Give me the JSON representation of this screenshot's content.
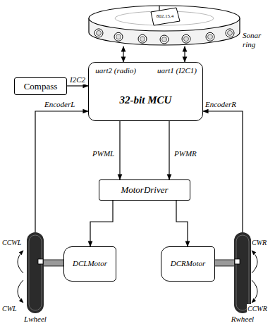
{
  "diagram": {
    "nodes": [
      {
        "text": [
          "Sonar ring"
        ]
      },
      {
        "text": [
          "802.15.4"
        ],
        "in": 0
      },
      {
        "text": [
          "Compass"
        ]
      },
      {
        "text": [
          "uart2 (radio)",
          "uart1 (I2C1)",
          "32-bit MCU"
        ]
      },
      {
        "text": [
          "MotorDriver"
        ]
      },
      {
        "text": [
          "Lwheel"
        ]
      },
      {
        "text": [
          "DCLMotor"
        ]
      },
      {
        "text": [
          "DCRMotor"
        ]
      },
      {
        "text": [
          "Rwheel"
        ]
      }
    ],
    "edges": [
      {
        "from": 0,
        "to": 3,
        "arrow": "both"
      },
      {
        "from": 0,
        "to": 3,
        "arrow": "both"
      },
      {
        "from": 2,
        "to": 3,
        "label": "I2C2",
        "arrow": "to"
      },
      {
        "from": 3,
        "to": 4,
        "label": "PWML",
        "arrow": "to"
      },
      {
        "from": 3,
        "to": 4,
        "label": "PWMR",
        "arrow": "to"
      },
      {
        "from": 4,
        "to": 6,
        "arrow": "to"
      },
      {
        "from": 4,
        "to": 7,
        "arrow": "to"
      },
      {
        "from": 5,
        "to": 3,
        "label": "EncoderL",
        "arrow": "to"
      },
      {
        "from": 8,
        "to": 3,
        "label": "EncoderR",
        "arrow": "to"
      }
    ],
    "labels": [
      "CCWL",
      "CWL",
      "CWR",
      "CCWR"
    ]
  }
}
